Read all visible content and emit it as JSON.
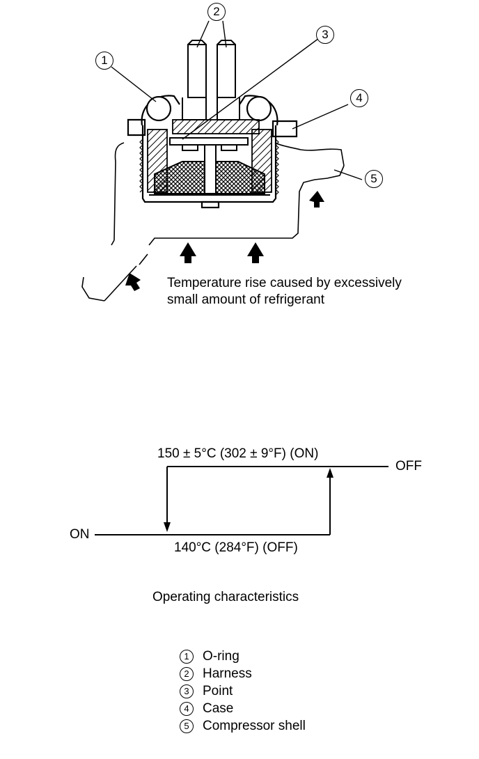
{
  "diagram": {
    "callouts": [
      "1",
      "2",
      "3",
      "4",
      "5"
    ],
    "caption_line1": "Temperature rise caused by excessively",
    "caption_line2": "small amount of refrigerant"
  },
  "characteristics": {
    "on_threshold": "150 ± 5°C (302 ± 9°F)  (ON)",
    "off_threshold": "140°C (284°F)  (OFF)",
    "left_label": "ON",
    "right_label": "OFF",
    "title": "Operating characteristics"
  },
  "legend": [
    {
      "num": "1",
      "label": "O-ring"
    },
    {
      "num": "2",
      "label": "Harness"
    },
    {
      "num": "3",
      "label": "Point"
    },
    {
      "num": "4",
      "label": "Case"
    },
    {
      "num": "5",
      "label": "Compressor shell"
    }
  ]
}
